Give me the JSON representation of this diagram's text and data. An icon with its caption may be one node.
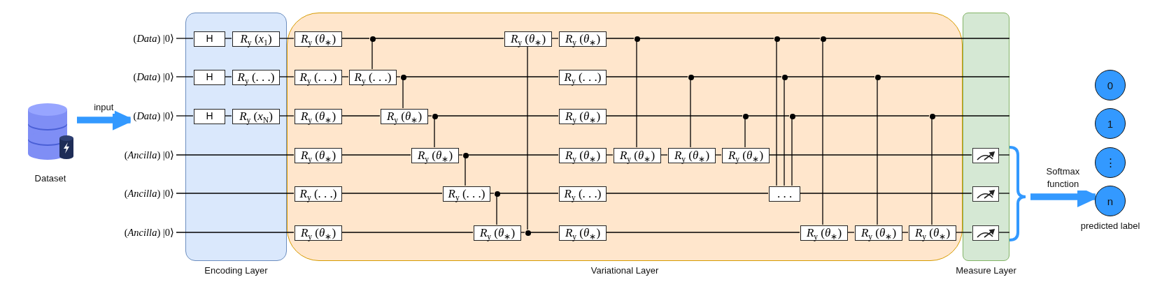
{
  "diagram": {
    "nodes": [
      {
        "text": [
          "Dataset"
        ]
      },
      {
        "text": [
          "(*Data*) |0⟩"
        ]
      },
      {
        "text": [
          "(*Data*) |0⟩"
        ]
      },
      {
        "text": [
          "(*Data*) |0⟩"
        ]
      },
      {
        "text": [
          "(*Ancilla*) |0⟩"
        ]
      },
      {
        "text": [
          "(*Ancilla*) |0⟩"
        ]
      },
      {
        "text": [
          "(*Ancilla*) |0⟩"
        ]
      },
      {
        "text": [
          "Encoding Layer"
        ]
      },
      {
        "text": [
          "H"
        ],
        "in": 7
      },
      {
        "text": [
          "*R*$_{y}$ (*x*$_{1}$)"
        ],
        "in": 7
      },
      {
        "text": [
          "H"
        ],
        "in": 7
      },
      {
        "text": [
          "*R*$_{y}$ (. . .)"
        ],
        "in": 7
      },
      {
        "text": [
          "H"
        ],
        "in": 7
      },
      {
        "text": [
          "*R*$_{y}$ (*x*$_{N}$)"
        ],
        "in": 7
      },
      {
        "text": [
          "Variational Layer"
        ]
      },
      {
        "text": [
          "*R*$_{y}$ (*θ*$_{∗}$)"
        ],
        "in": 14
      },
      {
        "text": [],
        "shape": "circle",
        "in": 14
      },
      {
        "text": [
          "*R*$_{y}$ (*θ*$_{∗}$)"
        ],
        "in": 14
      },
      {
        "text": [
          "*R*$_{y}$ (*θ*$_{∗}$)"
        ],
        "in": 14
      },
      {
        "text": [],
        "shape": "circle",
        "in": 14
      },
      {
        "text": [],
        "shape": "circle",
        "in": 14
      },
      {
        "text": [],
        "shape": "circle",
        "in": 14
      },
      {
        "text": [
          "*R*$_{y}$ (. . .)"
        ],
        "in": 14
      },
      {
        "text": [
          "*R*$_{y}$ (. . .)"
        ],
        "in": 14
      },
      {
        "text": [],
        "shape": "circle",
        "in": 14
      },
      {
        "text": [
          "*R*$_{y}$ (. . .)"
        ],
        "in": 14
      },
      {
        "text": [],
        "shape": "circle",
        "in": 14
      },
      {
        "text": [],
        "shape": "circle",
        "in": 14
      },
      {
        "text": [],
        "shape": "circle",
        "in": 14
      },
      {
        "text": [
          "*R*$_{y}$ (*θ*$_{∗}$)"
        ],
        "in": 14
      },
      {
        "text": [
          "*R*$_{y}$ (*θ*$_{∗}$)"
        ],
        "in": 14
      },
      {
        "text": [],
        "shape": "circle",
        "in": 14
      },
      {
        "text": [
          "*R*$_{y}$ (*θ*$_{∗}$)"
        ],
        "in": 14
      },
      {
        "text": [],
        "shape": "circle",
        "in": 14
      },
      {
        "text": [],
        "shape": "circle",
        "in": 14
      },
      {
        "text": [],
        "shape": "circle",
        "in": 14
      },
      {
        "text": [
          "*R*$_{y}$ (*θ*$_{∗}$)"
        ],
        "in": 14
      },
      {
        "text": [
          "*R*$_{y}$ (*θ*$_{∗}$)"
        ],
        "in": 14
      },
      {
        "text": [],
        "shape": "circle",
        "in": 14
      },
      {
        "text": [
          "*R*$_{y}$ (*θ*$_{∗}$)"
        ],
        "in": 14
      },
      {
        "text": [
          "*R*$_{y}$ (*θ*$_{∗}$)"
        ],
        "in": 14
      },
      {
        "text": [
          "*R*$_{y}$ (*θ*$_{∗}$)"
        ],
        "in": 14
      },
      {
        "text": [
          "*R*$_{y}$ (*θ*$_{∗}$)"
        ],
        "in": 14
      },
      {
        "text": [
          "*R*$_{y}$ (. . .)"
        ],
        "in": 14
      },
      {
        "text": [
          "*R*$_{y}$ (. . .)"
        ],
        "in": 14
      },
      {
        "text": [],
        "shape": "circle",
        "in": 14
      },
      {
        "text": [
          "*R*$_{y}$ (. . .)"
        ],
        "in": 14
      },
      {
        "text": [
          ". . ."
        ],
        "in": 14
      },
      {
        "text": [
          "*R*$_{y}$ (*θ*$_{∗}$)"
        ],
        "in": 14
      },
      {
        "text": [
          "*R*$_{y}$ (*θ*$_{∗}$)"
        ],
        "in": 14
      },
      {
        "text": [],
        "shape": "circle",
        "in": 14
      },
      {
        "text": [
          "*R*$_{y}$ (*θ*$_{∗}$)"
        ],
        "in": 14
      },
      {
        "text": [
          "*R*$_{y}$ (*θ*$_{∗}$)"
        ],
        "in": 14
      },
      {
        "text": [
          "*R*$_{y}$ (*θ*$_{∗}$)"
        ],
        "in": 14
      },
      {
        "text": [
          "*R*$_{y}$ (*θ*$_{∗}$)"
        ],
        "in": 14
      },
      {
        "text": [
          "Measure Layer"
        ]
      },
      {
        "text": [],
        "shape": "box",
        "in": 55
      },
      {
        "text": [],
        "shape": "box",
        "in": 55
      },
      {
        "text": [],
        "shape": "box",
        "in": 55
      },
      {
        "text": [
          "0"
        ]
      },
      {
        "text": [
          "1"
        ]
      },
      {
        "text": [
          "⋮"
        ]
      },
      {
        "text": [
          "n"
        ],
        "beside": [
          "predicted label"
        ]
      }
    ],
    "edges": [
      {
        "from": 0,
        "to": 3,
        "arrow": "to",
        "label": "input",
        "style": "thick",
        "color": "#3399ff"
      },
      {
        "from": 1,
        "to": 8,
        "arrow": "none"
      },
      {
        "from": 8,
        "to": 9,
        "arrow": "none"
      },
      {
        "from": 9,
        "to": 15,
        "arrow": "none"
      },
      {
        "from": 15,
        "to": 16,
        "arrow": "none"
      },
      {
        "from": 16,
        "to": 17,
        "arrow": "none"
      },
      {
        "from": 17,
        "to": 18,
        "arrow": "none"
      },
      {
        "from": 18,
        "to": 19,
        "arrow": "none"
      },
      {
        "from": 19,
        "to": 20,
        "arrow": "none"
      },
      {
        "from": 20,
        "to": 21,
        "arrow": "none"
      },
      {
        "from": 21,
        "to": 55,
        "arrow": "none"
      },
      {
        "from": 2,
        "to": 10,
        "arrow": "none"
      },
      {
        "from": 10,
        "to": 11,
        "arrow": "none"
      },
      {
        "from": 11,
        "to": 22,
        "arrow": "none"
      },
      {
        "from": 22,
        "to": 23,
        "arrow": "none"
      },
      {
        "from": 23,
        "to": 24,
        "arrow": "none"
      },
      {
        "from": 24,
        "to": 25,
        "arrow": "none"
      },
      {
        "from": 25,
        "to": 26,
        "arrow": "none"
      },
      {
        "from": 26,
        "to": 27,
        "arrow": "none"
      },
      {
        "from": 27,
        "to": 28,
        "arrow": "none"
      },
      {
        "from": 28,
        "to": 55,
        "arrow": "none"
      },
      {
        "from": 3,
        "to": 12,
        "arrow": "none"
      },
      {
        "from": 12,
        "to": 13,
        "arrow": "none"
      },
      {
        "from": 13,
        "to": 29,
        "arrow": "none"
      },
      {
        "from": 29,
        "to": 30,
        "arrow": "none"
      },
      {
        "from": 30,
        "to": 31,
        "arrow": "none"
      },
      {
        "from": 31,
        "to": 32,
        "arrow": "none"
      },
      {
        "from": 32,
        "to": 33,
        "arrow": "none"
      },
      {
        "from": 33,
        "to": 34,
        "arrow": "none"
      },
      {
        "from": 34,
        "to": 35,
        "arrow": "none"
      },
      {
        "from": 35,
        "to": 55,
        "arrow": "none"
      },
      {
        "from": 4,
        "to": 36,
        "arrow": "none"
      },
      {
        "from": 36,
        "to": 37,
        "arrow": "none"
      },
      {
        "from": 37,
        "to": 38,
        "arrow": "none"
      },
      {
        "from": 38,
        "to": 39,
        "arrow": "none"
      },
      {
        "from": 39,
        "to": 40,
        "arrow": "none"
      },
      {
        "from": 40,
        "to": 41,
        "arrow": "none"
      },
      {
        "from": 41,
        "to": 42,
        "arrow": "none"
      },
      {
        "from": 42,
        "to": 56,
        "arrow": "none"
      },
      {
        "from": 56,
        "to": null,
        "arrow": "none"
      },
      {
        "from": 5,
        "to": 43,
        "arrow": "none"
      },
      {
        "from": 43,
        "to": 44,
        "arrow": "none"
      },
      {
        "from": 44,
        "to": 45,
        "arrow": "none"
      },
      {
        "from": 45,
        "to": 46,
        "arrow": "none"
      },
      {
        "from": 46,
        "to": 47,
        "arrow": "none"
      },
      {
        "from": 47,
        "to": 57,
        "arrow": "none"
      },
      {
        "from": 57,
        "to": null,
        "arrow": "none"
      },
      {
        "from": 6,
        "to": 48,
        "arrow": "none"
      },
      {
        "from": 48,
        "to": 49,
        "arrow": "none"
      },
      {
        "from": 49,
        "to": 50,
        "arrow": "none"
      },
      {
        "from": 50,
        "to": 51,
        "arrow": "none"
      },
      {
        "from": 51,
        "to": 52,
        "arrow": "none"
      },
      {
        "from": 52,
        "to": 53,
        "arrow": "none"
      },
      {
        "from": 53,
        "to": 54,
        "arrow": "none"
      },
      {
        "from": 54,
        "to": 58,
        "arrow": "none"
      },
      {
        "from": 58,
        "to": null,
        "arrow": "none"
      },
      {
        "from": 16,
        "to": 23,
        "arrow": "none"
      },
      {
        "from": 24,
        "to": 30,
        "arrow": "none"
      },
      {
        "from": 31,
        "to": 37,
        "arrow": "none"
      },
      {
        "from": 38,
        "to": 44,
        "arrow": "none"
      },
      {
        "from": 45,
        "to": 49,
        "arrow": "none"
      },
      {
        "from": 50,
        "to": 17,
        "arrow": "none"
      },
      {
        "from": 19,
        "to": 40,
        "arrow": "none"
      },
      {
        "from": 26,
        "to": 41,
        "arrow": "none"
      },
      {
        "from": 33,
        "to": 42,
        "arrow": "none"
      },
      {
        "from": 20,
        "to": 47,
        "arrow": "none"
      },
      {
        "from": 27,
        "to": 47,
        "arrow": "none"
      },
      {
        "from": 34,
        "to": 47,
        "arrow": "none"
      },
      {
        "from": 21,
        "to": 52,
        "arrow": "none"
      },
      {
        "from": 28,
        "to": 53,
        "arrow": "none"
      },
      {
        "from": 35,
        "to": 54,
        "arrow": "none"
      },
      {
        "from": 55,
        "to": 62,
        "arrow": "to",
        "label": "Softmax function",
        "style": "thick",
        "color": "#3399ff"
      }
    ]
  }
}
